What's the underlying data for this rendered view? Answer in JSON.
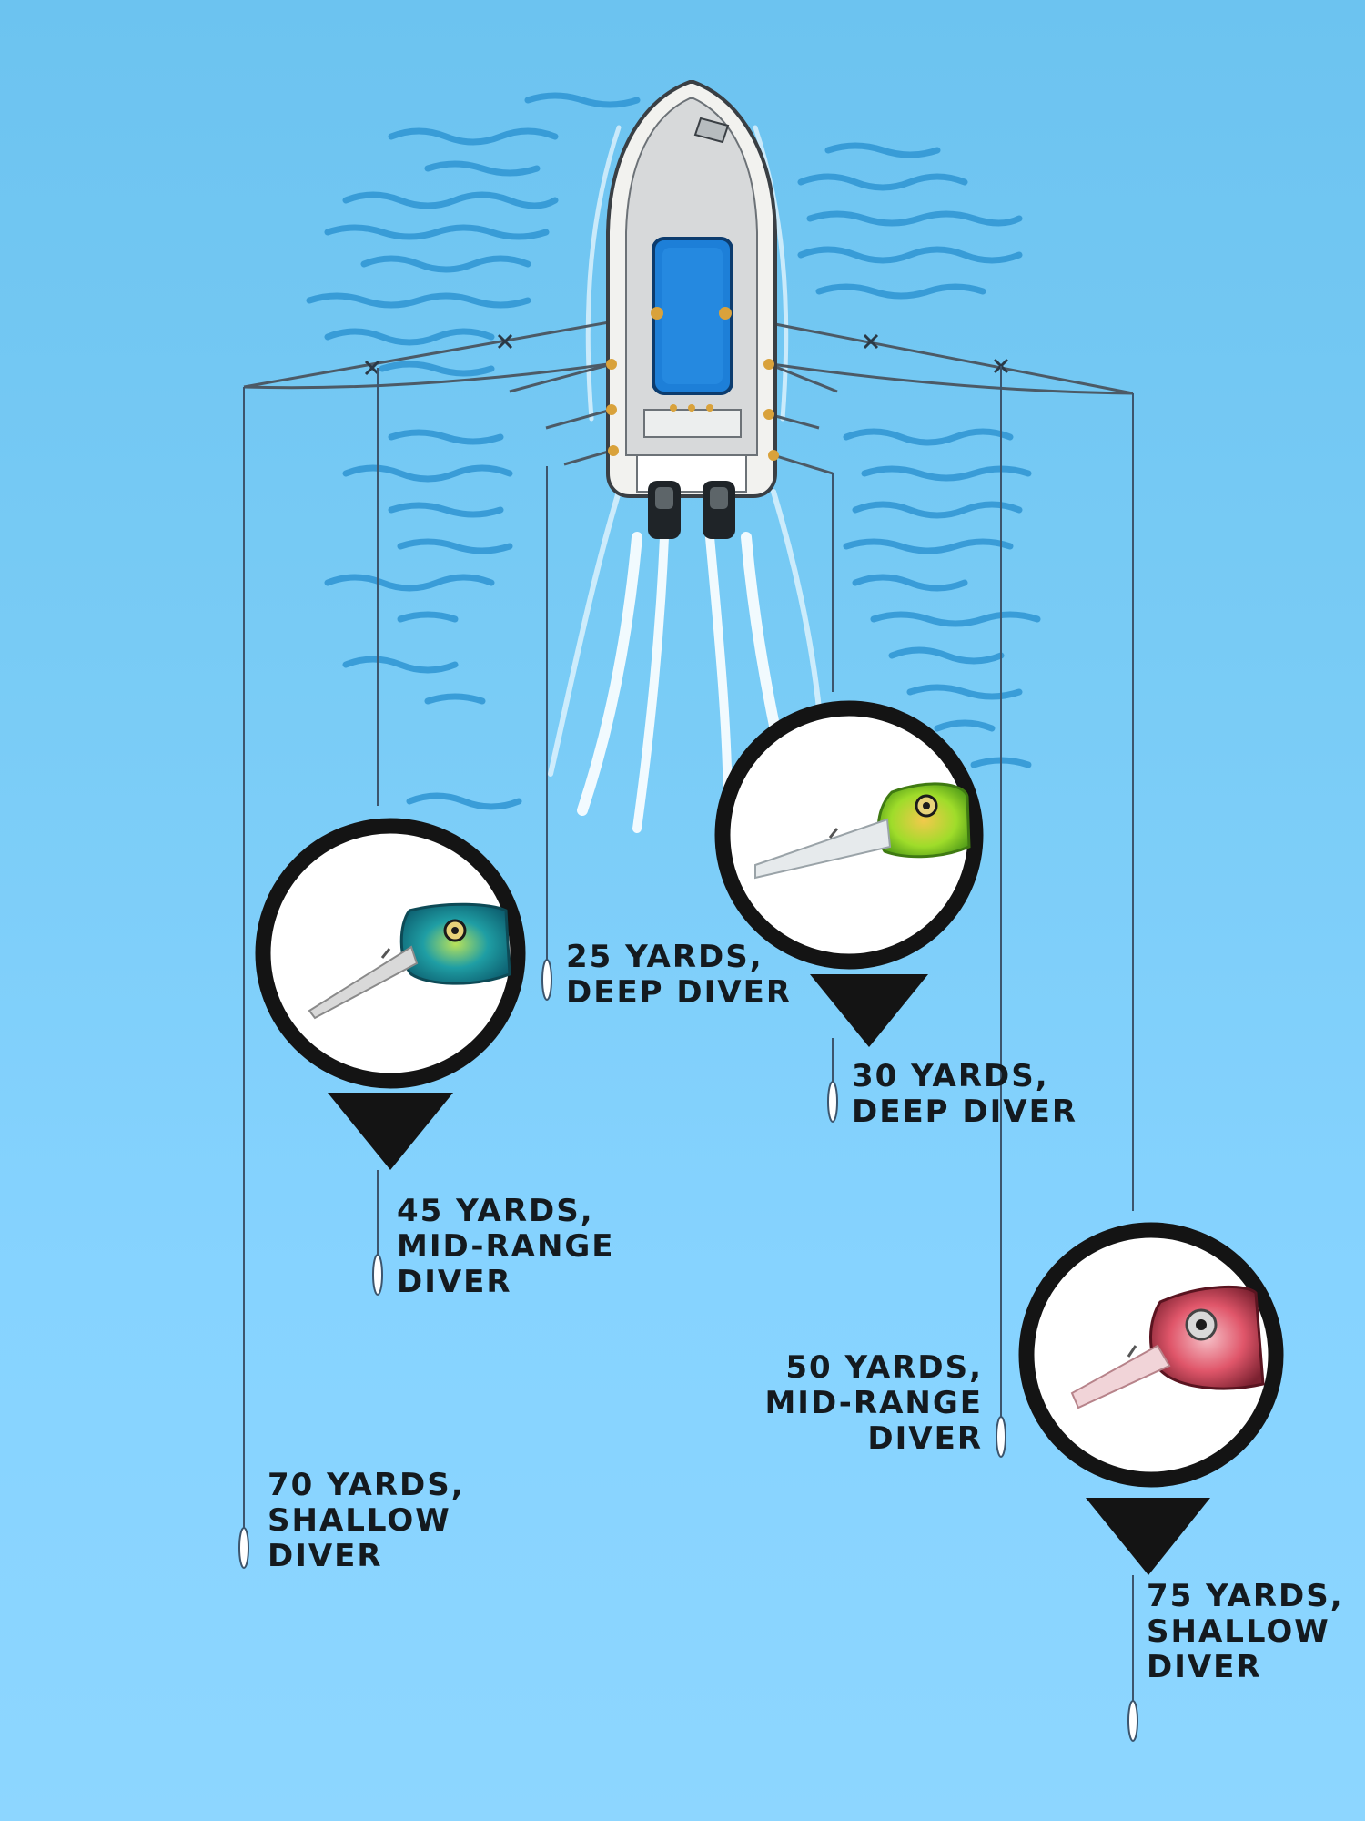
{
  "colors": {
    "water": "#7ccdf7",
    "line": "#3c556d",
    "callout_ring": "#141414",
    "wake": "#ffffff",
    "ripple": "#2f95d3",
    "boat_hull": "#f2f2ef",
    "boat_seat": "#1d7fd8"
  },
  "lures": [
    {
      "id": "lure-25",
      "lines": [
        "25 YARDS,",
        "DEEP DIVER"
      ]
    },
    {
      "id": "lure-30",
      "lines": [
        "30 YARDS,",
        "DEEP DIVER"
      ]
    },
    {
      "id": "lure-45",
      "lines": [
        "45 YARDS,",
        "MID-RANGE",
        "DIVER"
      ]
    },
    {
      "id": "lure-50",
      "lines": [
        "50 YARDS,",
        "MID-RANGE",
        "DIVER"
      ]
    },
    {
      "id": "lure-70",
      "lines": [
        "70 YARDS,",
        "SHALLOW",
        "DIVER"
      ]
    },
    {
      "id": "lure-75",
      "lines": [
        "75 YARDS,",
        "SHALLOW",
        "DIVER"
      ]
    }
  ],
  "callouts": [
    {
      "id": "callout-teal-lure",
      "lure_color": "#1f9ea4",
      "lure_accent": "#b9e25a"
    },
    {
      "id": "callout-chartreuse-lure",
      "lure_color": "#9fdc2a",
      "lure_accent": "#f2c94c"
    },
    {
      "id": "callout-red-lure",
      "lure_color": "#e0566a",
      "lure_accent": "#f6c1c8"
    }
  ],
  "icons": [
    "boat-icon",
    "outboard-motor-icon",
    "lure-icon",
    "bobber-icon",
    "wake-icon"
  ]
}
